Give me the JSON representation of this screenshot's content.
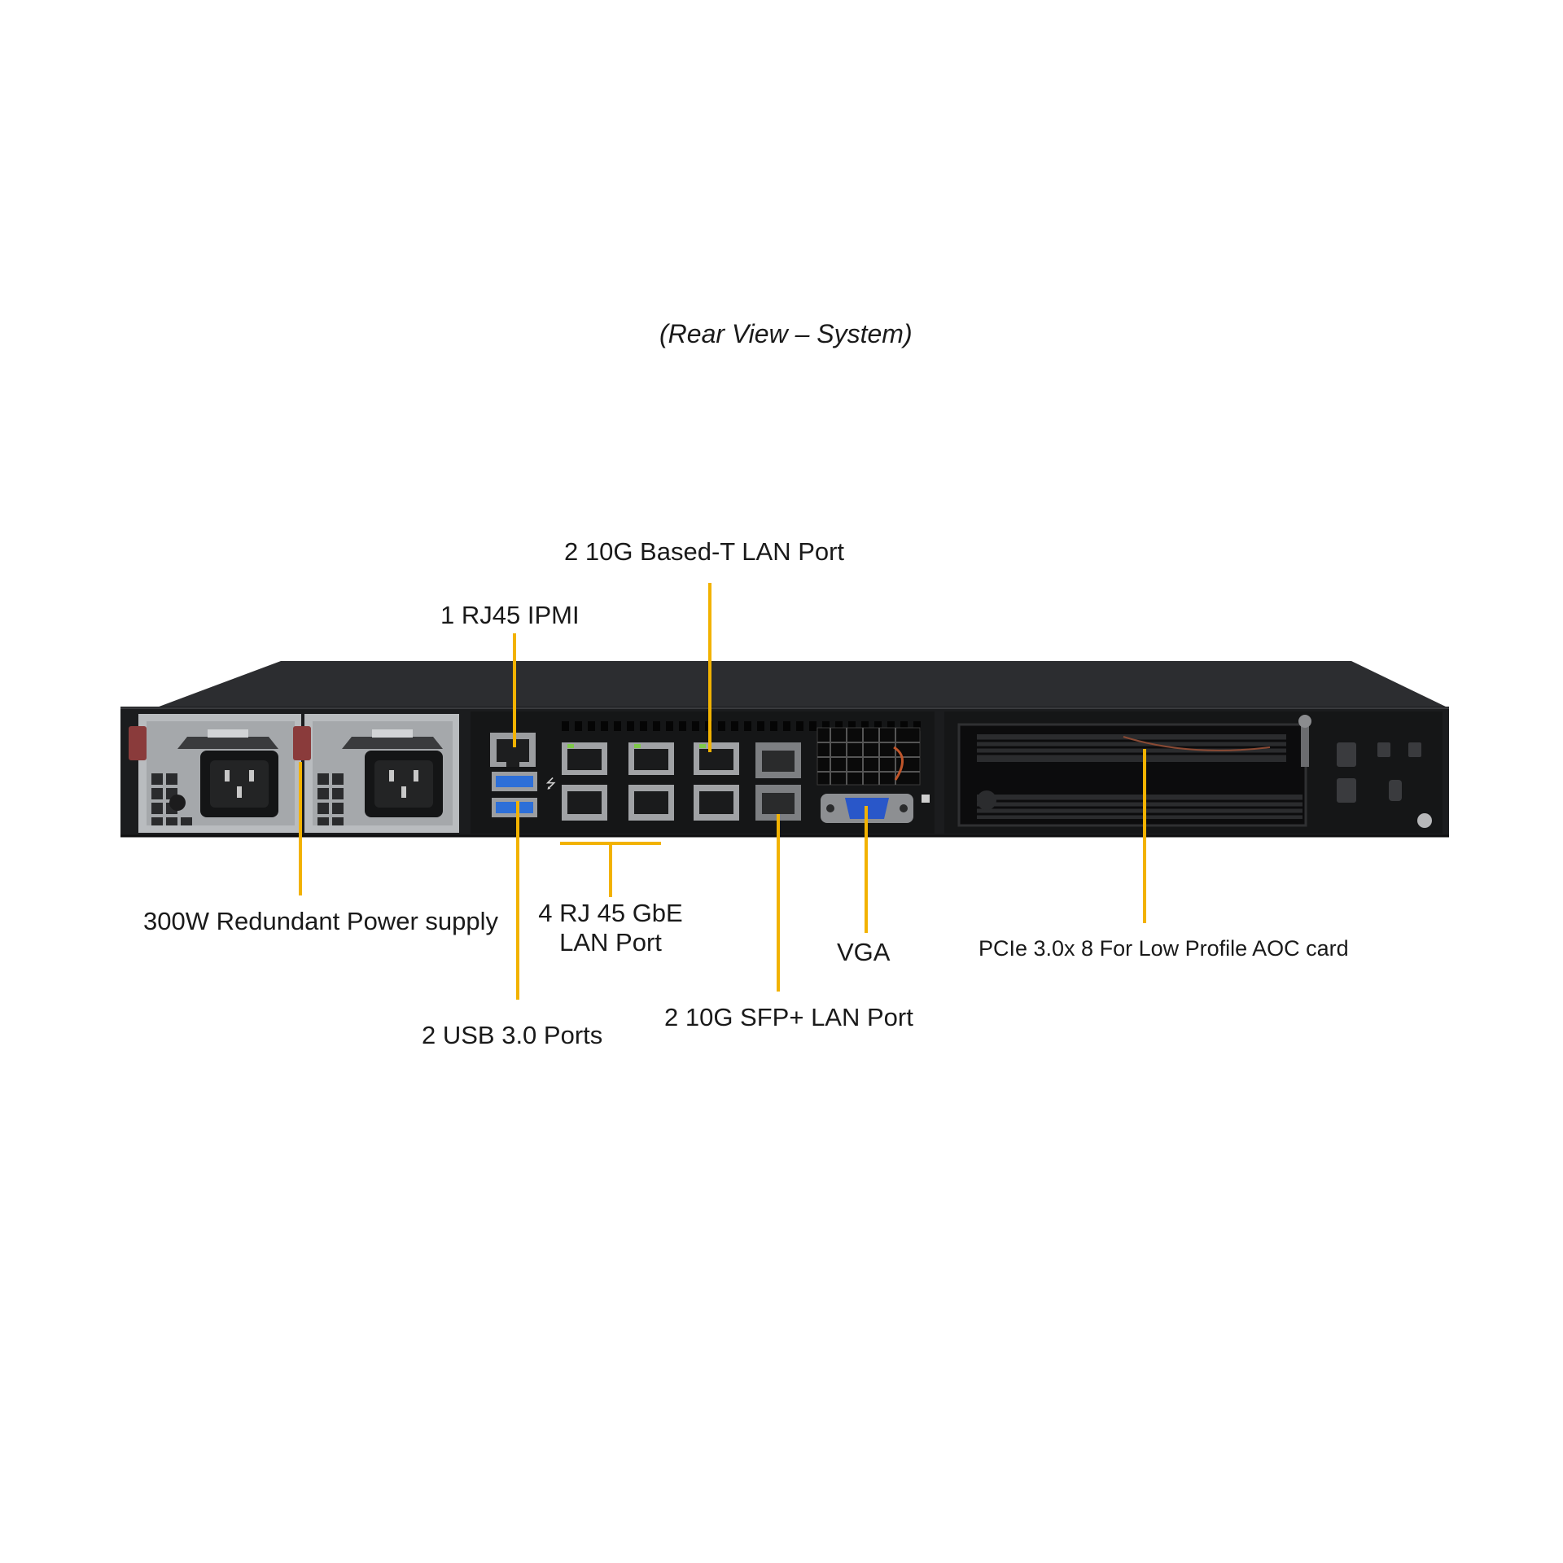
{
  "view_title": "(Rear View – System)",
  "labels": {
    "base_t": "2 10G Based-T LAN Port",
    "ipmi": "1 RJ45 IPMI",
    "psu": "300W Redundant Power supply",
    "gbe_line1": "4 RJ 45 GbE",
    "gbe_line2": "LAN Port",
    "usb": "2 USB 3.0 Ports",
    "sfp": "2 10G SFP+ LAN Port",
    "vga": "VGA",
    "pcie": "PCIe 3.0x 8 For Low Profile AOC card"
  },
  "colors": {
    "leader_line": "#f2b200",
    "chassis_top": "#2c2d30",
    "chassis_face": "#1b1c1e",
    "psu_metal": "#b9bcbf",
    "psu_latch": "#8a3b3b",
    "usb_blue": "#2d6fd8",
    "vga_blue": "#2957c9"
  }
}
